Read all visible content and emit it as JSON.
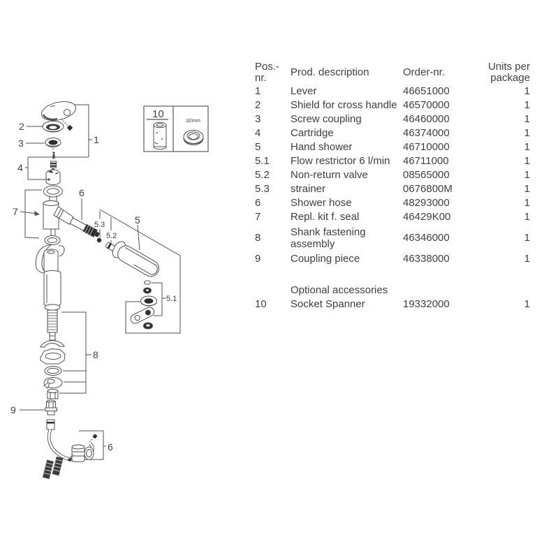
{
  "page": {
    "background": "#ffffff",
    "text_color": "#3f3f3f",
    "line_color": "#4f4f4f"
  },
  "table": {
    "headers": {
      "pos": "Pos.-nr.",
      "desc": "Prod. description",
      "order": "Order-nr.",
      "units": "Units per package"
    },
    "rows": [
      {
        "pos": "1",
        "desc": "Lever",
        "order": "46651000",
        "units": "1"
      },
      {
        "pos": "2",
        "desc": "Shield for cross handle",
        "order": "46570000",
        "units": "1"
      },
      {
        "pos": "3",
        "desc": "Screw coupling",
        "order": "46460000",
        "units": "1"
      },
      {
        "pos": "4",
        "desc": "Cartridge",
        "order": "46374000",
        "units": "1"
      },
      {
        "pos": "5",
        "desc": "Hand shower",
        "order": "46710000",
        "units": "1"
      },
      {
        "pos": "5.1",
        "desc": "Flow restrictor 6 l/min",
        "order": "46711000",
        "units": "1"
      },
      {
        "pos": "5.2",
        "desc": "Non-return valve",
        "order": "08565000",
        "units": "1"
      },
      {
        "pos": "5.3",
        "desc": "strainer",
        "order": "0676800M",
        "units": "1"
      },
      {
        "pos": "6",
        "desc": "Shower hose",
        "order": "48293000",
        "units": "1"
      },
      {
        "pos": "7",
        "desc": "Repl. kit f. seal",
        "order": "46429K00",
        "units": "1"
      },
      {
        "pos": "8",
        "desc": "Shank fastening assembly",
        "order": "46346000",
        "units": "1",
        "tall": true
      },
      {
        "pos": "9",
        "desc": "Coupling piece",
        "order": "46338000",
        "units": "1"
      }
    ],
    "optional_label": "Optional accessories",
    "optional_rows": [
      {
        "pos": "10",
        "desc": "Socket Spanner",
        "order": "19332000",
        "units": "1"
      }
    ]
  },
  "diagram": {
    "labels": {
      "l1": "1",
      "l2": "2",
      "l3": "3",
      "l4": "4",
      "l5": "5",
      "l51": "5.1",
      "l52": "5.2",
      "l53": "5.3",
      "l6_top": "6",
      "l6_bottom": "6",
      "l7": "7",
      "l8": "8",
      "l9": "9"
    },
    "inset": {
      "num": "10",
      "size": "32mm"
    }
  }
}
